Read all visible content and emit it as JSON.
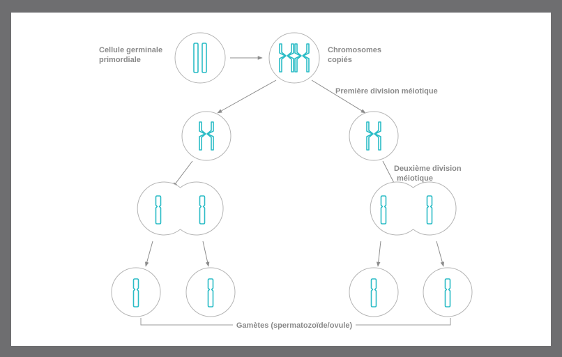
{
  "labels": {
    "germ_cell": [
      "Cellule germinale",
      "primordiale"
    ],
    "copied_chromosomes": [
      "Chromosomes",
      "copiés"
    ],
    "first_division": "Première division méiotique",
    "second_division": [
      "Deuxième division",
      "méiotique"
    ],
    "gametes": "Gamètes (spermatozoïde/ovule)"
  },
  "colors": {
    "background_frame": "#6e6e70",
    "chromosome": "#2bbcc6",
    "cell_outline": "#b4b4b4",
    "label_text": "#8a8a8a",
    "arrow": "#8c8c8c"
  },
  "icons": {
    "chromosome_unreplicated": "single-chromatid",
    "chromosome_replicated": "x-shaped-chromosome",
    "arrowhead": "arrow-head"
  }
}
